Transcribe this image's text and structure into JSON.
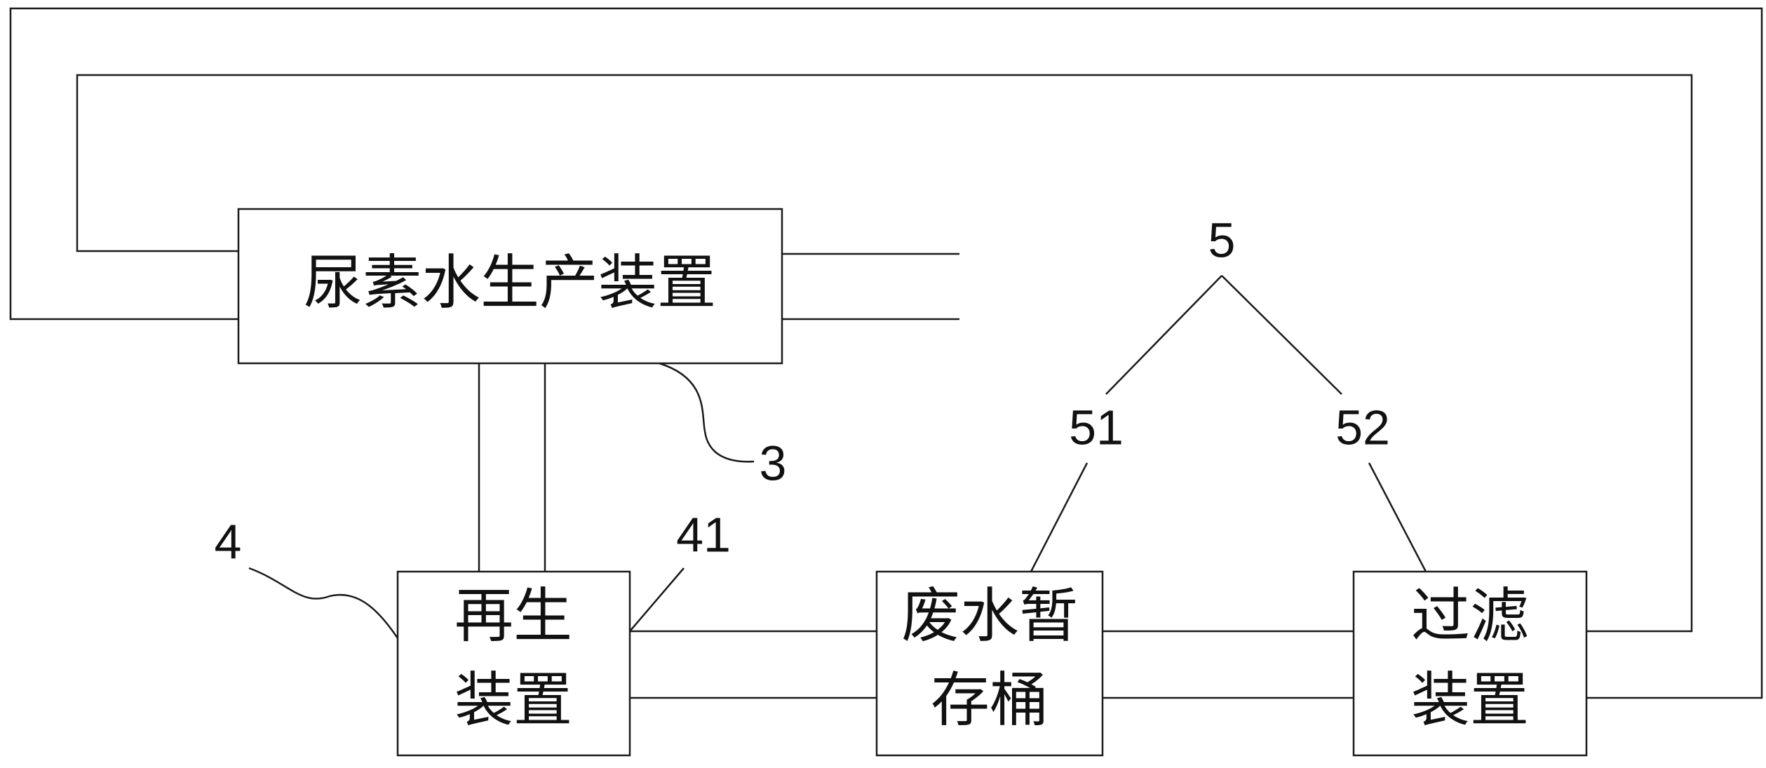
{
  "boxes": {
    "urea_production": {
      "label": "尿素水生产装置"
    },
    "regeneration": {
      "line1": "再生",
      "line2": "装置"
    },
    "waste_tank": {
      "line1": "废水暂",
      "line2": "存桶"
    },
    "filter": {
      "line1": "过滤",
      "line2": "装置"
    }
  },
  "refs": {
    "r3": "3",
    "r4": "4",
    "r41": "41",
    "r5": "5",
    "r51": "51",
    "r52": "52"
  }
}
